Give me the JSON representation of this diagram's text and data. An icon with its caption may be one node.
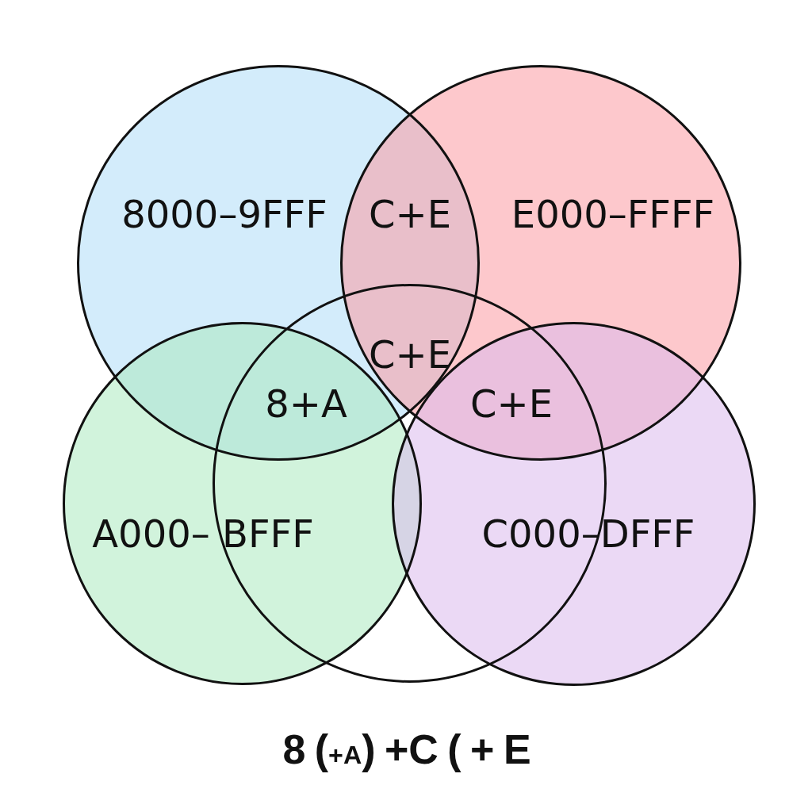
{
  "diagram": {
    "caption": "8 ($_{+A}$) +C ( + E",
    "nodes": [
      {
        "text": [
          "8000–9FFF"
        ]
      },
      {
        "text": [
          "E000–FFFF"
        ]
      },
      {
        "text": [],
        "shape": "circle"
      },
      {
        "text": [
          "A000– BFFF"
        ]
      },
      {
        "text": [
          "C000–DFFF"
        ]
      }
    ],
    "labels": [
      "C+E",
      "C+E",
      "8+A",
      "C+E"
    ]
  }
}
